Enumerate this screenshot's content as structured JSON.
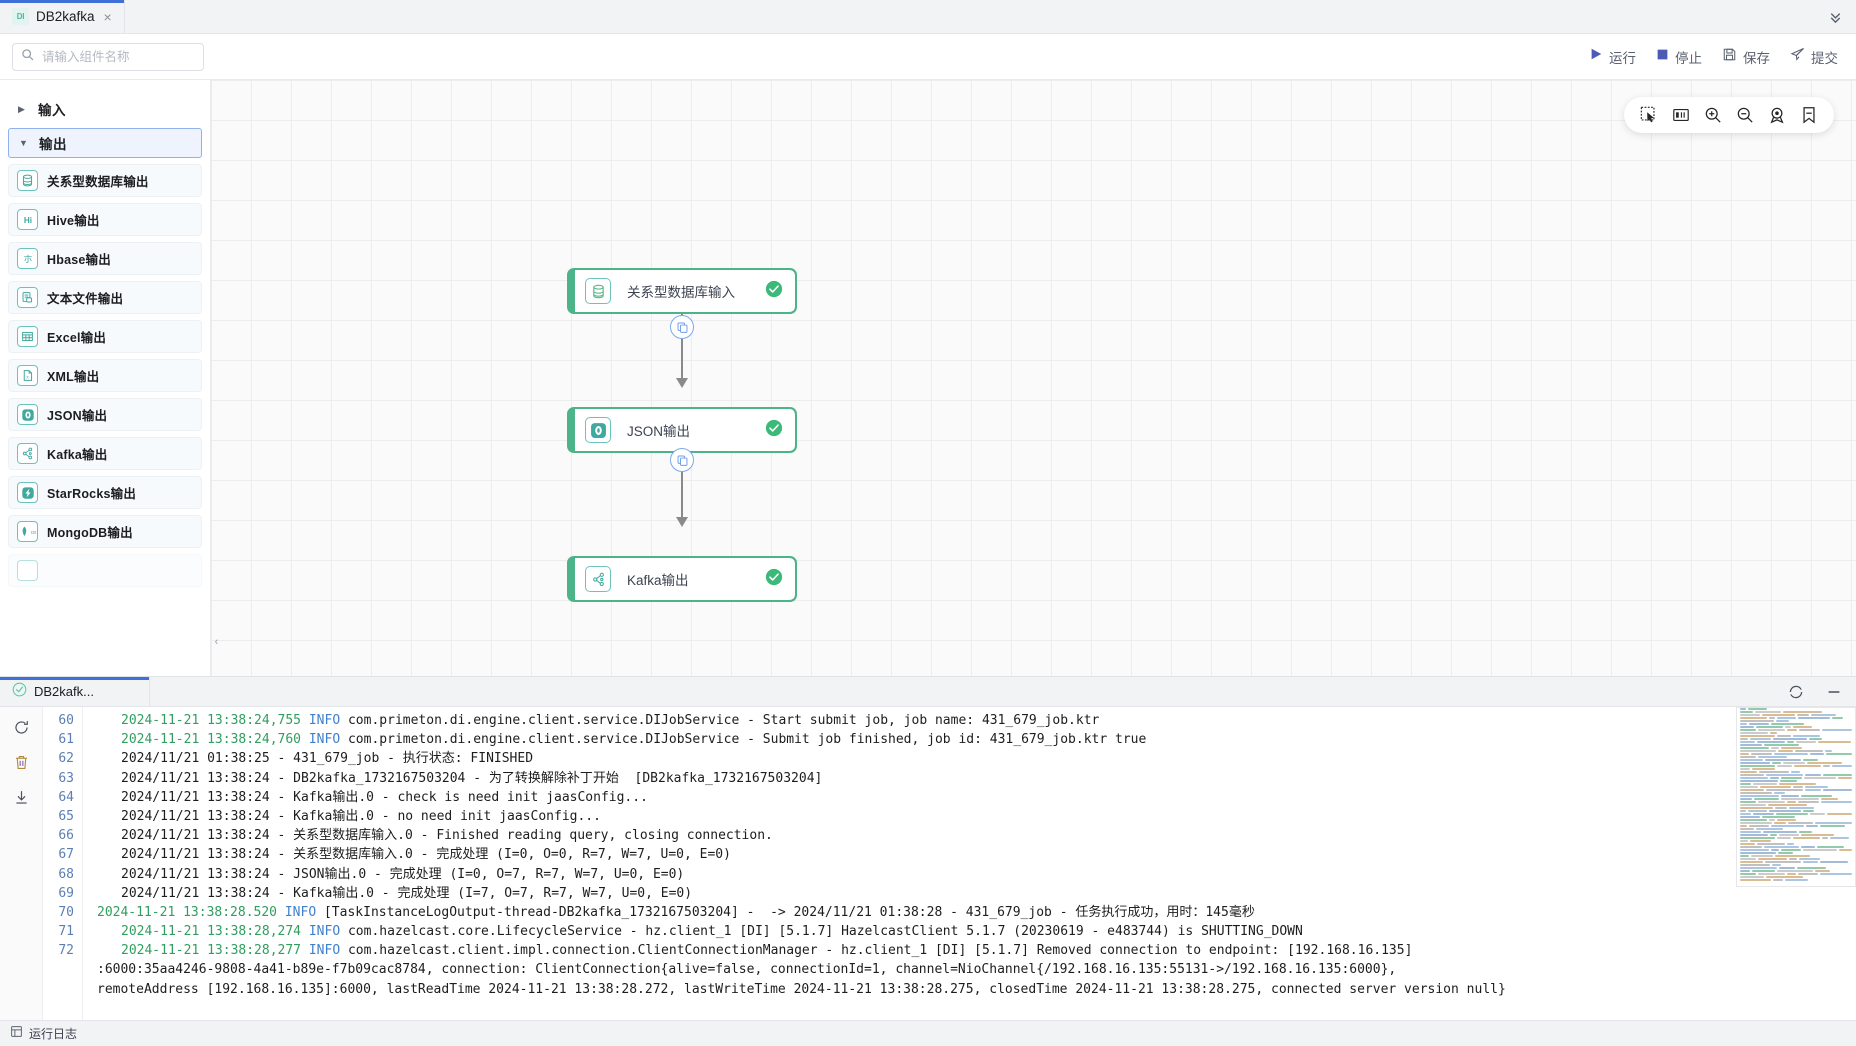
{
  "tab": {
    "badge": "DI",
    "title": "DB2kafka",
    "close": "×",
    "collapse_icon": "chevrons-down-icon"
  },
  "search": {
    "placeholder": "请输入组件名称",
    "value": ""
  },
  "actions": [
    {
      "name": "run",
      "label": "运行",
      "icon": "play-icon"
    },
    {
      "name": "stop",
      "label": "停止",
      "icon": "stop-icon"
    },
    {
      "name": "save",
      "label": "保存",
      "icon": "floppy-icon"
    },
    {
      "name": "submit",
      "label": "提交",
      "icon": "send-icon"
    }
  ],
  "sidebar": {
    "groups": [
      {
        "label": "输入",
        "expanded": false,
        "caret": "▶"
      },
      {
        "label": "输出",
        "expanded": true,
        "caret": "▼"
      }
    ],
    "components": [
      {
        "label": "关系型数据库输出",
        "icon": "database-icon"
      },
      {
        "label": "Hive输出",
        "icon": "hive-icon"
      },
      {
        "label": "Hbase输出",
        "icon": "hbase-icon"
      },
      {
        "label": "文本文件输出",
        "icon": "textfile-icon"
      },
      {
        "label": "Excel输出",
        "icon": "grid-icon"
      },
      {
        "label": "XML输出",
        "icon": "xmlfile-icon"
      },
      {
        "label": "JSON输出",
        "icon": "json-icon"
      },
      {
        "label": "Kafka输出",
        "icon": "kafka-icon"
      },
      {
        "label": "StarRocks输出",
        "icon": "starrocks-icon"
      },
      {
        "label": "MongoDB输出",
        "icon": "mongodb-icon"
      }
    ],
    "collapse_handle": "‹"
  },
  "canvas": {
    "tools": [
      {
        "name": "select-box",
        "icon": "select-box-icon"
      },
      {
        "name": "fit-view",
        "icon": "fit-view-icon"
      },
      {
        "name": "zoom-in",
        "icon": "zoom-in-icon"
      },
      {
        "name": "zoom-out",
        "icon": "zoom-out-icon"
      },
      {
        "name": "locate",
        "icon": "locate-icon"
      },
      {
        "name": "bookmark",
        "icon": "bookmark-icon"
      }
    ],
    "nodes": [
      {
        "label": "关系型数据库输入",
        "icon": "database-icon",
        "status": "success"
      },
      {
        "label": "JSON输出",
        "icon": "json-icon",
        "status": "success"
      },
      {
        "label": "Kafka输出",
        "icon": "kafka-icon",
        "status": "success"
      }
    ],
    "edge_badge_icon": "copy-icon"
  },
  "log": {
    "tab_name": "DB2kafk...",
    "tab_status_icon": "check-circle-icon",
    "header_tools": [
      {
        "name": "refresh",
        "icon": "refresh-icon"
      },
      {
        "name": "minimize",
        "icon": "minimize-icon"
      }
    ],
    "gutter_tools": [
      {
        "name": "reload",
        "icon": "reload-icon"
      },
      {
        "name": "clear",
        "icon": "trash-icon"
      },
      {
        "name": "download",
        "icon": "download-icon"
      }
    ],
    "line_numbers": [
      "60",
      "61",
      "62",
      "63",
      "64",
      "65",
      "66",
      "67",
      "68",
      "69",
      "70",
      "71",
      "72",
      "",
      ""
    ],
    "lines": [
      {
        "indent": true,
        "ts": "2024-11-21 13:38:24,755",
        "lvl": "INFO",
        "text": " com.primeton.di.engine.client.service.DIJobService - Start submit job, job name: 431_679_job.ktr"
      },
      {
        "indent": true,
        "ts": "2024-11-21 13:38:24,760",
        "lvl": "INFO",
        "text": " com.primeton.di.engine.client.service.DIJobService - Submit job finished, job id: 431_679_job.ktr true"
      },
      {
        "indent": true,
        "ts": "",
        "lvl": "",
        "text": "2024/11/21 01:38:25 - 431_679_job - 执行状态: FINISHED"
      },
      {
        "indent": true,
        "ts": "",
        "lvl": "",
        "text": "2024/11/21 13:38:24 - DB2kafka_1732167503204 - 为了转换解除补丁开始  [DB2kafka_1732167503204]"
      },
      {
        "indent": true,
        "ts": "",
        "lvl": "",
        "text": "2024/11/21 13:38:24 - Kafka输出.0 - check is need init jaasConfig..."
      },
      {
        "indent": true,
        "ts": "",
        "lvl": "",
        "text": "2024/11/21 13:38:24 - Kafka输出.0 - no need init jaasConfig..."
      },
      {
        "indent": true,
        "ts": "",
        "lvl": "",
        "text": "2024/11/21 13:38:24 - 关系型数据库输入.0 - Finished reading query, closing connection."
      },
      {
        "indent": true,
        "ts": "",
        "lvl": "",
        "text": "2024/11/21 13:38:24 - 关系型数据库输入.0 - 完成处理 (I=0, O=0, R=7, W=7, U=0, E=0)"
      },
      {
        "indent": true,
        "ts": "",
        "lvl": "",
        "text": "2024/11/21 13:38:24 - JSON输出.0 - 完成处理 (I=0, O=7, R=7, W=7, U=0, E=0)"
      },
      {
        "indent": true,
        "ts": "",
        "lvl": "",
        "text": "2024/11/21 13:38:24 - Kafka输出.0 - 完成处理 (I=7, O=7, R=7, W=7, U=0, E=0)"
      },
      {
        "indent": false,
        "ts": "2024-11-21 13:38:28.520",
        "lvl": "INFO",
        "text": " [TaskInstanceLogOutput-thread-DB2kafka_1732167503204] -  -> 2024/11/21 01:38:28 - 431_679_job - 任务执行成功，用时：145毫秒"
      },
      {
        "indent": true,
        "ts": "2024-11-21 13:38:28,274",
        "lvl": "INFO",
        "text": " com.hazelcast.core.LifecycleService - hz.client_1 [DI] [5.1.7] HazelcastClient 5.1.7 (20230619 - e483744) is SHUTTING_DOWN"
      },
      {
        "indent": true,
        "ts": "2024-11-21 13:38:28,277",
        "lvl": "INFO",
        "text": " com.hazelcast.client.impl.connection.ClientConnectionManager - hz.client_1 [DI] [5.1.7] Removed connection to endpoint: [192.168.16.135]"
      },
      {
        "indent": false,
        "ts": "",
        "lvl": "",
        "text": ":6000:35aa4246-9808-4a41-b89e-f7b09cac8784, connection: ClientConnection{alive=false, connectionId=1, channel=NioChannel{/192.168.16.135:55131->/192.168.16.135:6000},"
      },
      {
        "indent": false,
        "ts": "",
        "lvl": "",
        "text": "remoteAddress [192.168.16.135]:6000, lastReadTime 2024-11-21 13:38:28.272, lastWriteTime 2024-11-21 13:38:28.275, closedTime 2024-11-21 13:38:28.275, connected server version null}"
      }
    ]
  },
  "statusbar": {
    "label": "运行日志",
    "icon": "log-icon"
  },
  "colors": {
    "accent": "#3f6fd8",
    "node_green": "#4cb488",
    "icon_teal": "#6cc3bd",
    "log_ts": "#2f9e5e",
    "log_level": "#3f7fd0",
    "lineno": "#5b7fb4"
  }
}
